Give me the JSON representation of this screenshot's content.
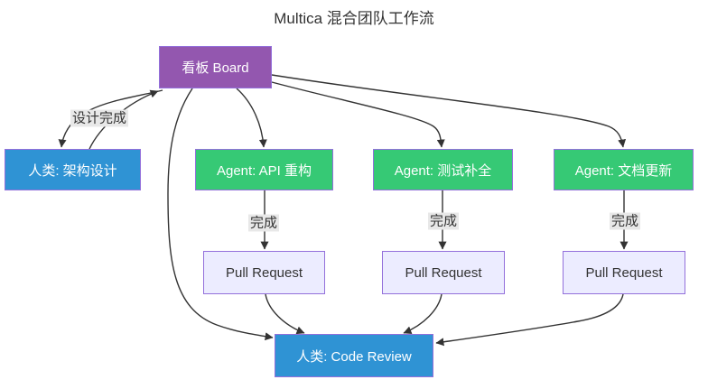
{
  "diagram": {
    "title": "Multica 混合团队工作流",
    "nodes": {
      "board": {
        "label": "看板 Board",
        "color": "#9357af",
        "text_color": "#ffffff"
      },
      "human_arch": {
        "label": "人类: 架构设计",
        "color": "#2f93d4",
        "text_color": "#ffffff"
      },
      "agent_api": {
        "label": "Agent: API 重构",
        "color": "#36c975",
        "text_color": "#ffffff"
      },
      "agent_test": {
        "label": "Agent: 测试补全",
        "color": "#36c975",
        "text_color": "#ffffff"
      },
      "agent_doc": {
        "label": "Agent: 文档更新",
        "color": "#36c975",
        "text_color": "#ffffff"
      },
      "pr_api": {
        "label": "Pull Request",
        "color": "#ececff",
        "text_color": "#333333"
      },
      "pr_test": {
        "label": "Pull Request",
        "color": "#ececff",
        "text_color": "#333333"
      },
      "pr_doc": {
        "label": "Pull Request",
        "color": "#ececff",
        "text_color": "#333333"
      },
      "code_review": {
        "label": "人类: Code Review",
        "color": "#2f93d4",
        "text_color": "#ffffff"
      }
    },
    "edges": [
      {
        "from": "board",
        "to": "human_arch",
        "label": ""
      },
      {
        "from": "human_arch",
        "to": "board",
        "label": "设计完成"
      },
      {
        "from": "board",
        "to": "agent_api",
        "label": ""
      },
      {
        "from": "board",
        "to": "agent_test",
        "label": ""
      },
      {
        "from": "board",
        "to": "agent_doc",
        "label": ""
      },
      {
        "from": "board",
        "to": "code_review",
        "label": ""
      },
      {
        "from": "agent_api",
        "to": "pr_api",
        "label": "完成"
      },
      {
        "from": "agent_test",
        "to": "pr_test",
        "label": "完成"
      },
      {
        "from": "agent_doc",
        "to": "pr_doc",
        "label": "完成"
      },
      {
        "from": "pr_api",
        "to": "code_review",
        "label": ""
      },
      {
        "from": "pr_test",
        "to": "code_review",
        "label": ""
      },
      {
        "from": "pr_doc",
        "to": "code_review",
        "label": ""
      }
    ],
    "colors": {
      "edge": "#333333",
      "node_border": "#9370db",
      "edge_label_bg": "#e8e8e8",
      "text_dark": "#333333",
      "text_light": "#ffffff",
      "background": "#ffffff"
    }
  }
}
